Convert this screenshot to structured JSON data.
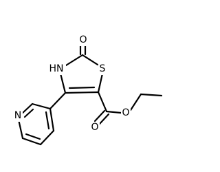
{
  "molecule": {
    "atoms": {
      "carbonyl_oxygen": "O",
      "ring_nitrogen_h": "HN",
      "ring_sulfur": "S",
      "pyridine_nitrogen": "N",
      "ester_carbonyl_oxygen": "O",
      "ester_ether_oxygen": "O"
    }
  }
}
